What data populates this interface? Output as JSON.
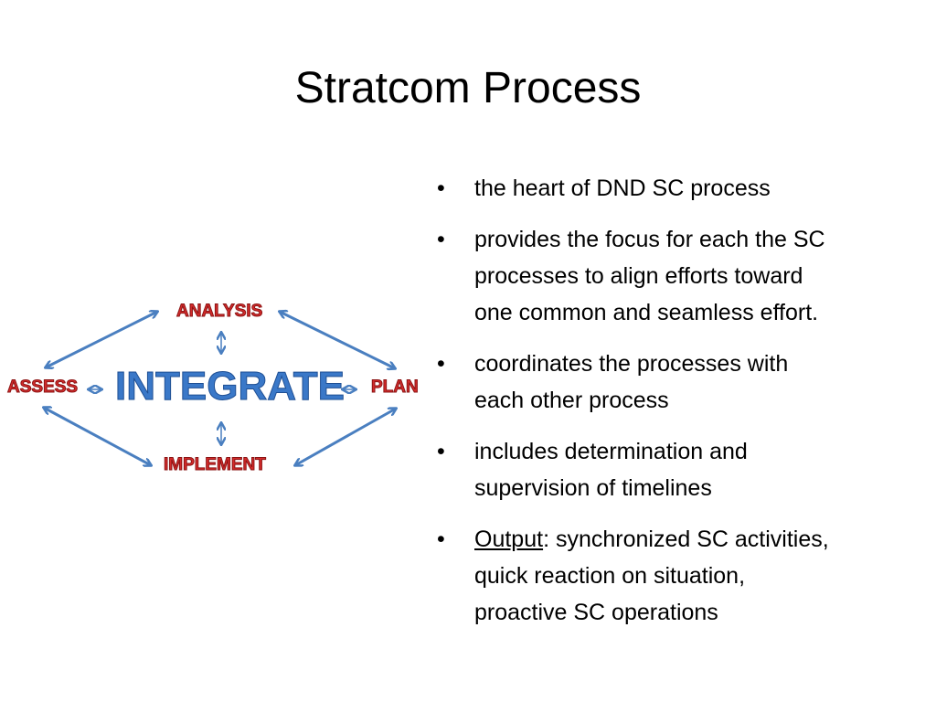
{
  "slide": {
    "title": "Stratcom Process"
  },
  "diagram": {
    "center": "INTEGRATE",
    "nodes": {
      "top": "ANALYSIS",
      "left": "ASSESS",
      "right": "PLAN",
      "bottom": "IMPLEMENT"
    },
    "colors": {
      "node_text": "#d42b2b",
      "center_text": "#3a78c8",
      "arrows": "#4a7fc0"
    }
  },
  "bullets": {
    "items": [
      "the heart of DND SC process",
      "provides the focus for each the SC\nprocesses to align efforts toward\none common and seamless effort.",
      "coordinates the processes with\neach other process",
      "includes determination and\nsupervision of timelines"
    ],
    "last": {
      "label": "Output",
      "rest": ": synchronized SC activities,\nquick reaction on situation,\nproactive SC operations"
    },
    "marker": "•"
  }
}
